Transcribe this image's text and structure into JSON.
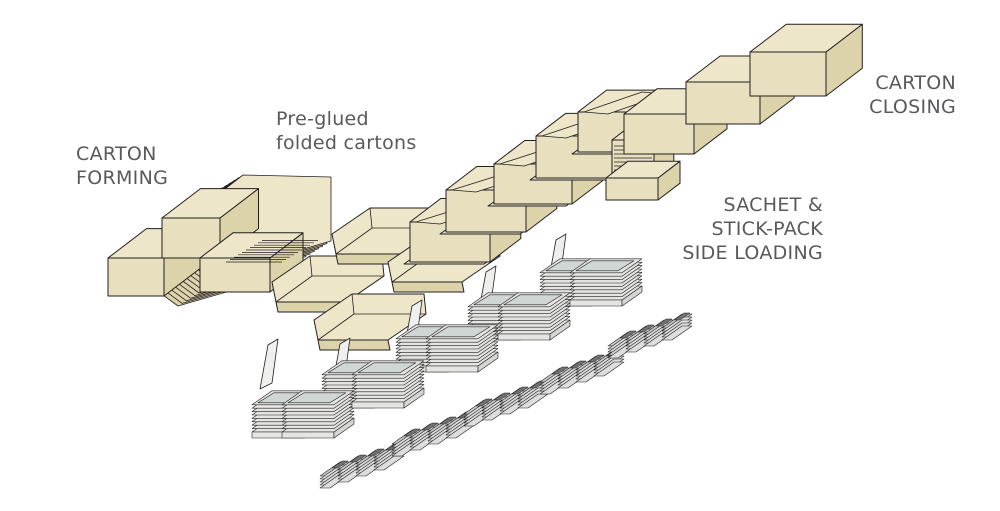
{
  "labels": {
    "carton_forming": [
      "CARTON",
      "FORMING"
    ],
    "pre_glued": [
      "Pre-glued",
      "folded cartons"
    ],
    "carton_closing": [
      "CARTON",
      "CLOSING"
    ],
    "side_loading": [
      "SACHET &",
      "STICK-PACK",
      "SIDE LOADING"
    ]
  },
  "colors": {
    "carton_top": "#ede6c8",
    "carton_side": "#ddd3ab",
    "carton_front": "#e7dfbd",
    "outline": "#231f20",
    "sachet": "#e4e5e3",
    "sachet_window": "#cfd6d4",
    "stick": "#c9cbca",
    "stick_dark": "#6f7172",
    "label_text": "#58595b"
  }
}
